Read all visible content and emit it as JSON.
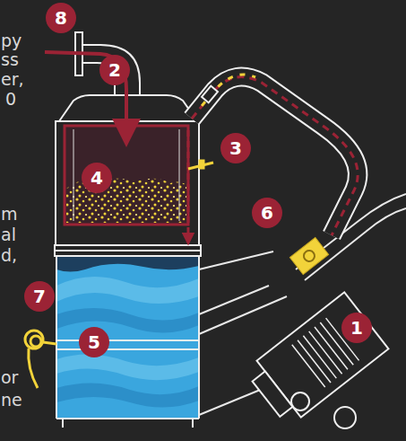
{
  "diagram": {
    "nodes": [
      {
        "text": [
          "8"
        ]
      },
      {
        "text": [
          "2"
        ]
      },
      {
        "text": [
          "3"
        ]
      },
      {
        "text": [
          "4"
        ]
      },
      {
        "text": [
          "6"
        ]
      },
      {
        "text": [
          "7"
        ]
      },
      {
        "text": [
          "1"
        ]
      },
      {
        "text": [
          "5"
        ]
      }
    ],
    "labels": [
      "py",
      "ss",
      "er,",
      "0",
      "m",
      "al",
      "d,",
      "or",
      "ne"
    ]
  }
}
